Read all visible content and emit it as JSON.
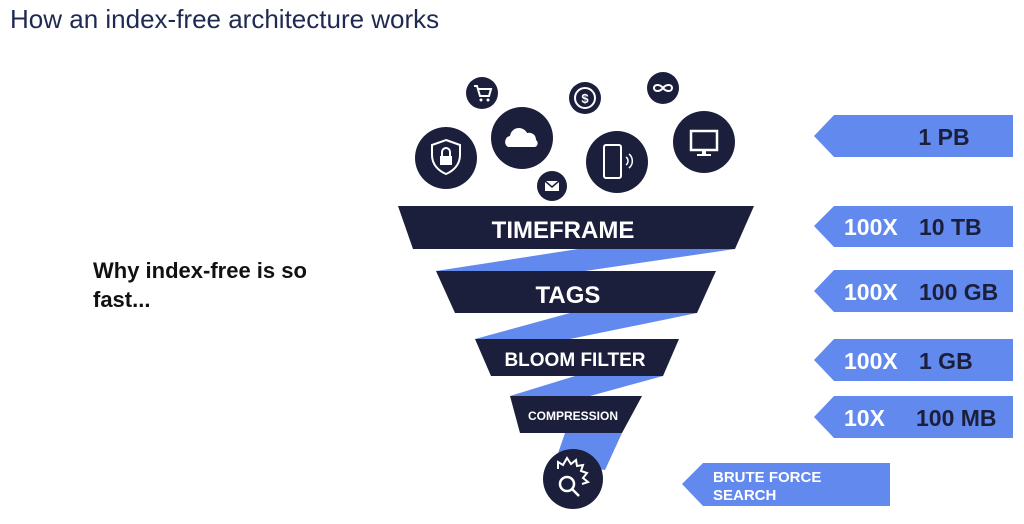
{
  "title": "How an index-free architecture works",
  "subtitle": "Why index-free is so fast...",
  "stages": [
    "TIMEFRAME",
    "TAGS",
    "BLOOM FILTER",
    "COMPRESSION"
  ],
  "arrows": [
    {
      "factor": "",
      "size": "1 PB"
    },
    {
      "factor": "100X",
      "size": "10 TB"
    },
    {
      "factor": "100X",
      "size": "100 GB"
    },
    {
      "factor": "100X",
      "size": "1 GB"
    },
    {
      "factor": "10X",
      "size": "100 MB"
    }
  ],
  "final": {
    "line1": "BRUTE FORCE",
    "line2": "SEARCH"
  },
  "icons": [
    "lock-icon",
    "cart-icon",
    "cloud-icon",
    "dollar-icon",
    "mail-icon",
    "phone-icon",
    "infinity-icon",
    "monitor-icon",
    "search-icon"
  ],
  "colors": {
    "navy": "#1c1f3b",
    "blue": "#6289ee"
  }
}
